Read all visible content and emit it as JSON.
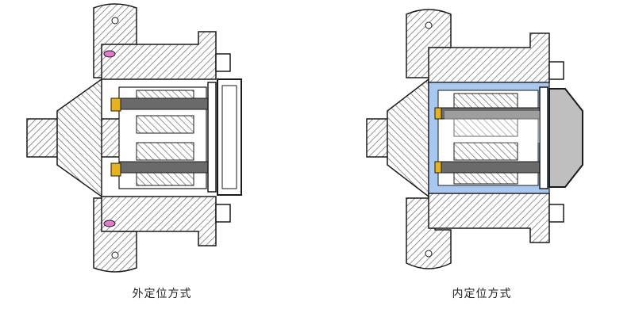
{
  "figures": [
    {
      "id": "external",
      "caption": "外定位方式"
    },
    {
      "id": "internal",
      "caption": "内定位方式"
    }
  ],
  "colors": {
    "outline": "#1a1a1a",
    "hatch": "#7a7a7a",
    "shaft_grey": "#6a6a6a",
    "locating_yellow": "#e8b21f",
    "locating_blue": "#a9c8f0",
    "seal_pink": "#e37ad0",
    "cover_grey": "#bfbfbf",
    "background": "#ffffff"
  },
  "watermark": {
    "present": true
  }
}
